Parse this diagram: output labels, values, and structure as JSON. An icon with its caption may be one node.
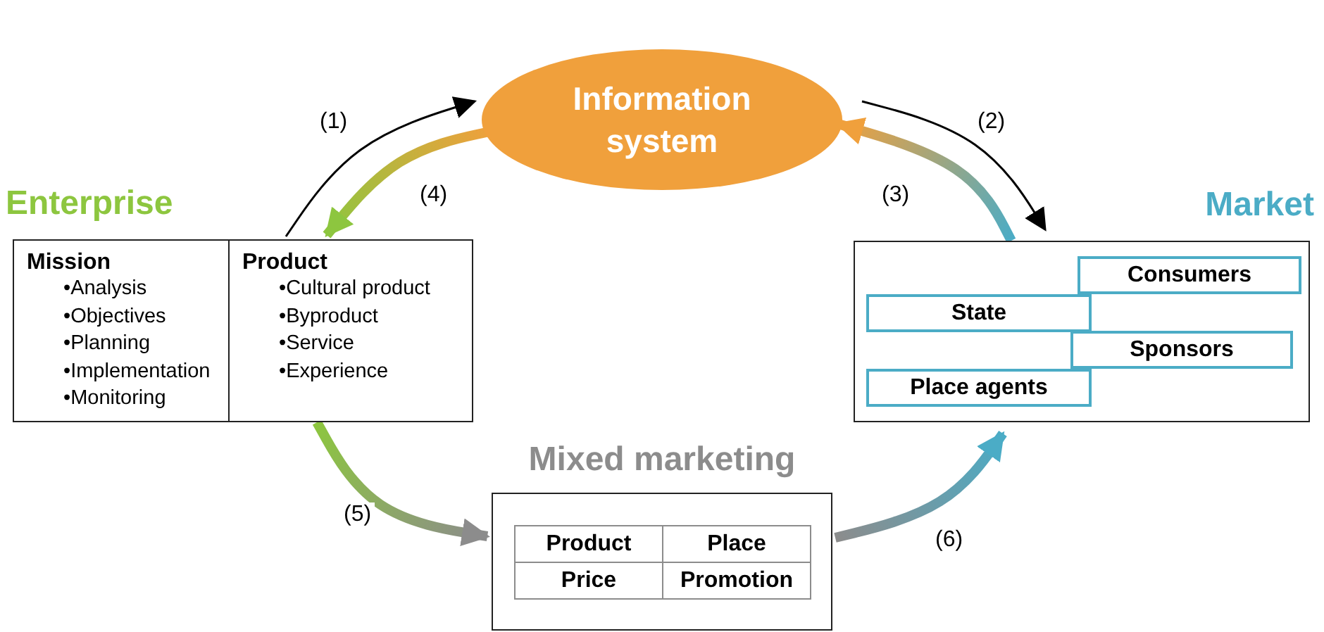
{
  "diagram": {
    "nodes": [
      {
        "text": [
          "Information system"
        ]
      },
      {
        "text": [
          "Enterprise"
        ]
      },
      {
        "text": [
          "Mission",
          "•Analysis",
          "•Objectives",
          "•Planning",
          "•Implementation",
          "•Monitoring"
        ],
        "in": 1
      },
      {
        "text": [
          "Product",
          "•Cultural product",
          "•Byproduct",
          "•Service",
          "•Experience"
        ],
        "in": 1
      },
      {
        "text": [
          "Market"
        ]
      },
      {
        "text": [
          "Consumers"
        ],
        "in": 4
      },
      {
        "text": [
          "State"
        ],
        "in": 4
      },
      {
        "text": [
          "Sponsors"
        ],
        "in": 4
      },
      {
        "text": [
          "Place agents"
        ],
        "in": 4
      },
      {
        "text": [
          "Mixed marketing"
        ]
      },
      {
        "text": [
          "Product"
        ],
        "in": 9
      },
      {
        "text": [
          "Place"
        ],
        "in": 9
      },
      {
        "text": [
          "Price"
        ],
        "in": 9
      },
      {
        "text": [
          "Promotion"
        ],
        "in": 9
      }
    ],
    "edges": [
      {
        "from": 1,
        "to": 0,
        "arrow": "to",
        "label": "(1)"
      },
      {
        "from": 0,
        "to": 4,
        "arrow": "to",
        "label": "(2)"
      },
      {
        "from": 4,
        "to": 0,
        "arrow": "to",
        "label": "(3)",
        "style": "thick"
      },
      {
        "from": 0,
        "to": 1,
        "arrow": "to",
        "label": "(4)",
        "style": "thick"
      },
      {
        "from": 1,
        "to": 9,
        "arrow": "to",
        "label": "(5)",
        "style": "thick"
      },
      {
        "from": 9,
        "to": 4,
        "arrow": "to",
        "label": "(6)",
        "style": "thick"
      }
    ]
  }
}
